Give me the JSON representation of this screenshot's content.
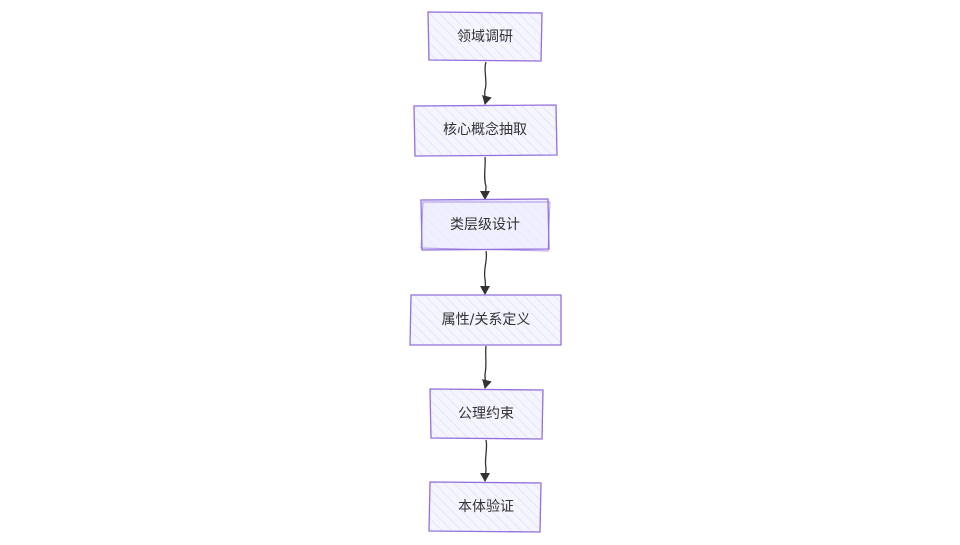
{
  "flowchart": {
    "direction": "top-to-bottom",
    "nodes": [
      {
        "id": "n1",
        "label": "领域调研"
      },
      {
        "id": "n2",
        "label": "核心概念抽取"
      },
      {
        "id": "n3",
        "label": "类层级设计"
      },
      {
        "id": "n4",
        "label": "属性/关系定义"
      },
      {
        "id": "n5",
        "label": "公理约束"
      },
      {
        "id": "n6",
        "label": "本体验证"
      }
    ],
    "edges": [
      {
        "from": "n1",
        "to": "n2"
      },
      {
        "from": "n2",
        "to": "n3"
      },
      {
        "from": "n3",
        "to": "n4"
      },
      {
        "from": "n4",
        "to": "n5"
      },
      {
        "from": "n5",
        "to": "n6"
      }
    ]
  },
  "colors": {
    "node_fill": "#ececff",
    "node_stroke": "#9370db",
    "hatch": "#c9c2ee",
    "edge": "#333333",
    "text": "#333333",
    "background": "#ffffff"
  }
}
